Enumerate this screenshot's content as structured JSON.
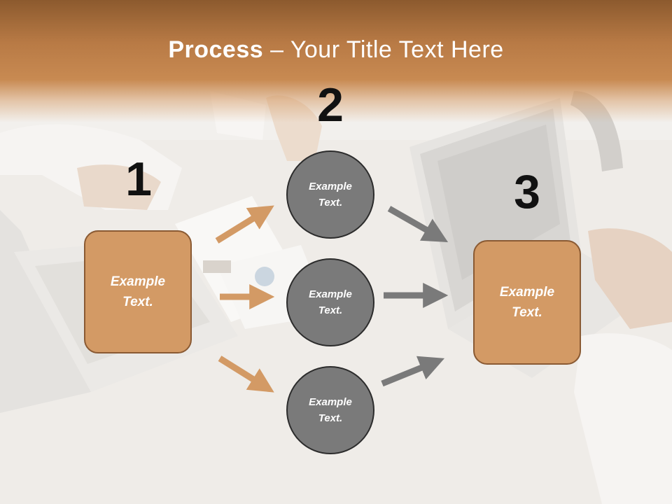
{
  "title": {
    "bold": "Process",
    "dash": " – ",
    "rest": "Your Title Text Here"
  },
  "steps": {
    "one": "1",
    "two": "2",
    "three": "3"
  },
  "boxes": {
    "left": "Example\nText.",
    "right": "Example\nText."
  },
  "circles": {
    "top": "Example\nText.",
    "middle": "Example\nText.",
    "bottom": "Example\nText."
  },
  "colors": {
    "accent_orange": "#d39a65",
    "circle_gray": "#7a7a7a",
    "title_band": "#b87a45"
  }
}
